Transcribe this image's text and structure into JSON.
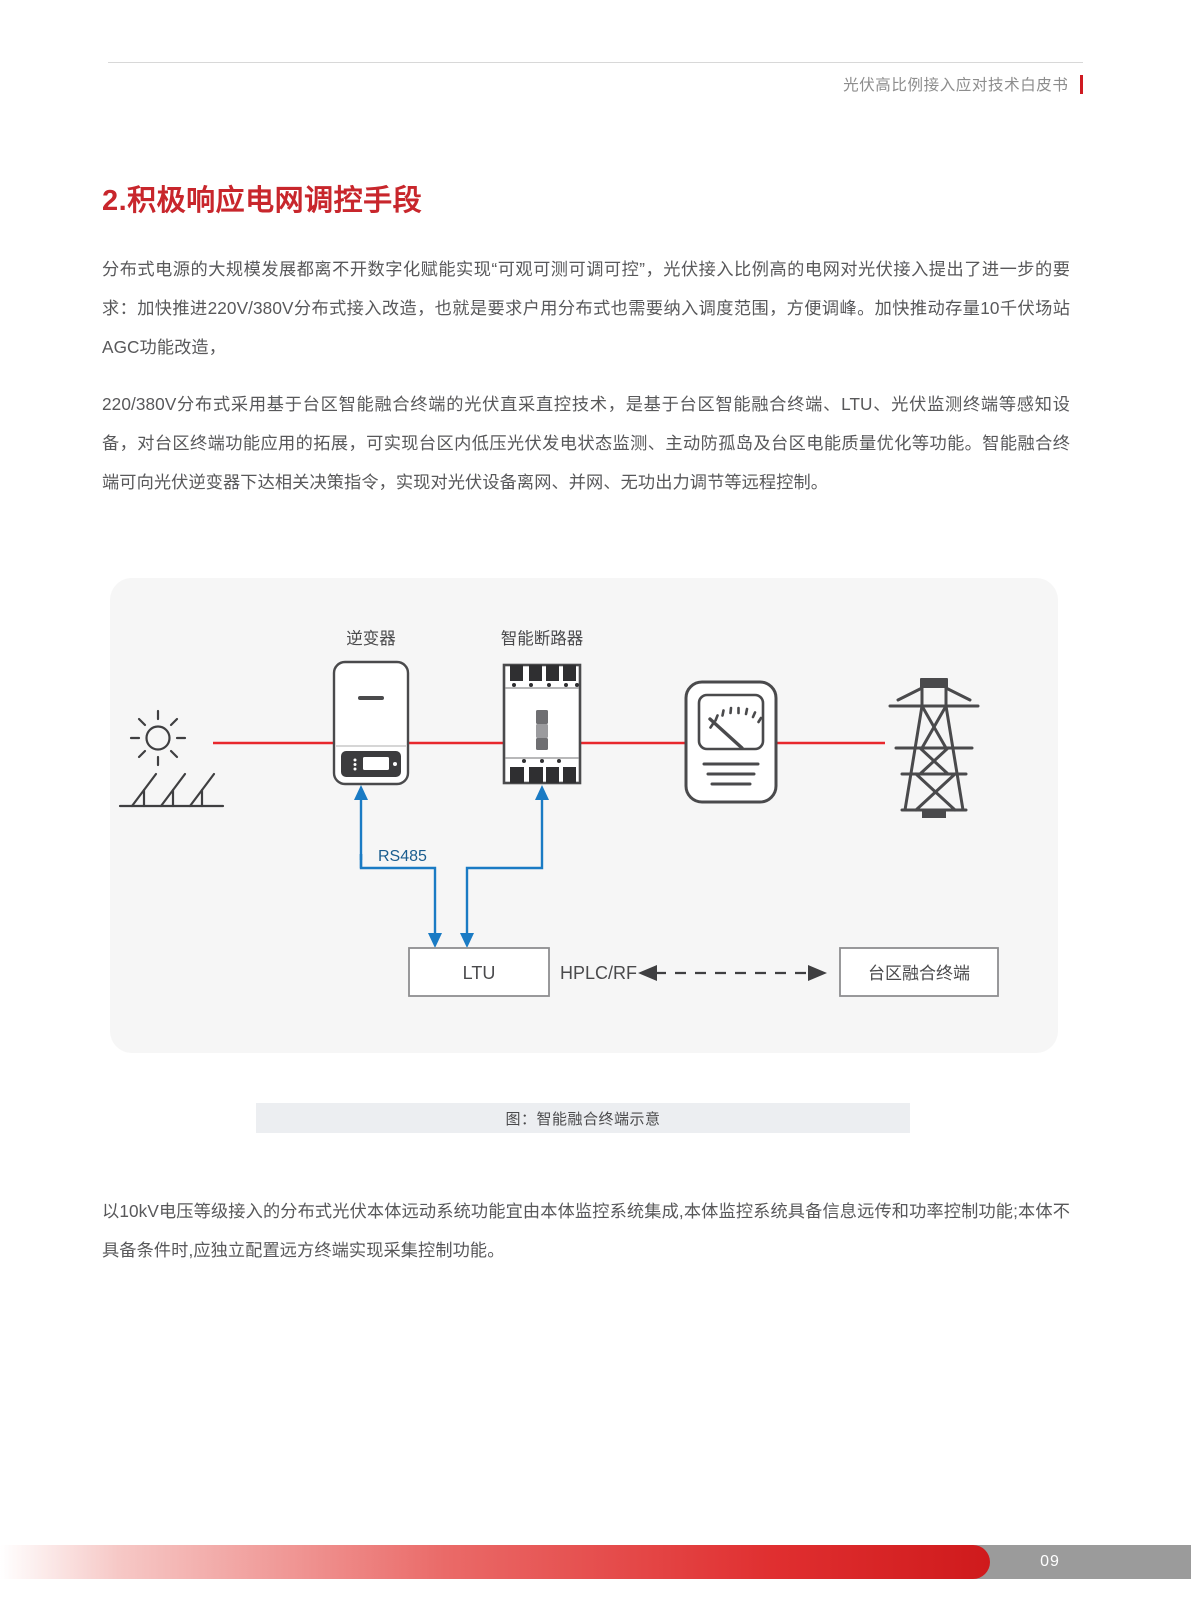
{
  "header": {
    "title": "光伏高比例接入应对技术白皮书",
    "accent_color": "#cf1a21"
  },
  "section": {
    "title": "2.积极响应电网调控手段",
    "title_color": "#c8262c"
  },
  "paragraphs": {
    "p1": "分布式电源的大规模发展都离不开数字化赋能实现“可观可测可调可控”，光伏接入比例高的电网对光伏接入提出了进一步的要求：加快推进220V/380V分布式接入改造，也就是要求户用分布式也需要纳入调度范围，方便调峰。加快推动存量10千伏场站AGC功能改造，",
    "p2": "220/380V分布式采用基于台区智能融合终端的光伏直采直控技术，是基于台区智能融合终端、LTU、光伏监测终端等感知设备，对台区终端功能应用的拓展，可实现台区内低压光伏发电状态监测、主动防孤岛及台区电能质量优化等功能。智能融合终端可向光伏逆变器下达相关决策指令，实现对光伏设备离网、并网、无功出力调节等远程控制。",
    "p3": "以10kV电压等级接入的分布式光伏本体远动系统功能宜由本体监控系统集成,本体监控系统具备信息远传和功率控制功能;本体不具备条件时,应独立配置远方终端实现采集控制功能。"
  },
  "figure": {
    "caption": "图：智能融合终端示意",
    "labels": {
      "inverter": "逆变器",
      "breaker": "智能断路器",
      "rs485": "RS485",
      "ltu": "LTU",
      "hplc": "HPLC/RF",
      "terminal": "台区融合终端"
    },
    "colors": {
      "power_line": "#e8272c",
      "comm_line": "#1a7bc4",
      "device_stroke": "#4a4a4c",
      "panel_bg": "#f6f6f6"
    }
  },
  "footer": {
    "page_number": "09",
    "bar_color_start": "#ffffff",
    "bar_color_end": "#cf1a1c",
    "tab_color": "#9b9b9b"
  }
}
